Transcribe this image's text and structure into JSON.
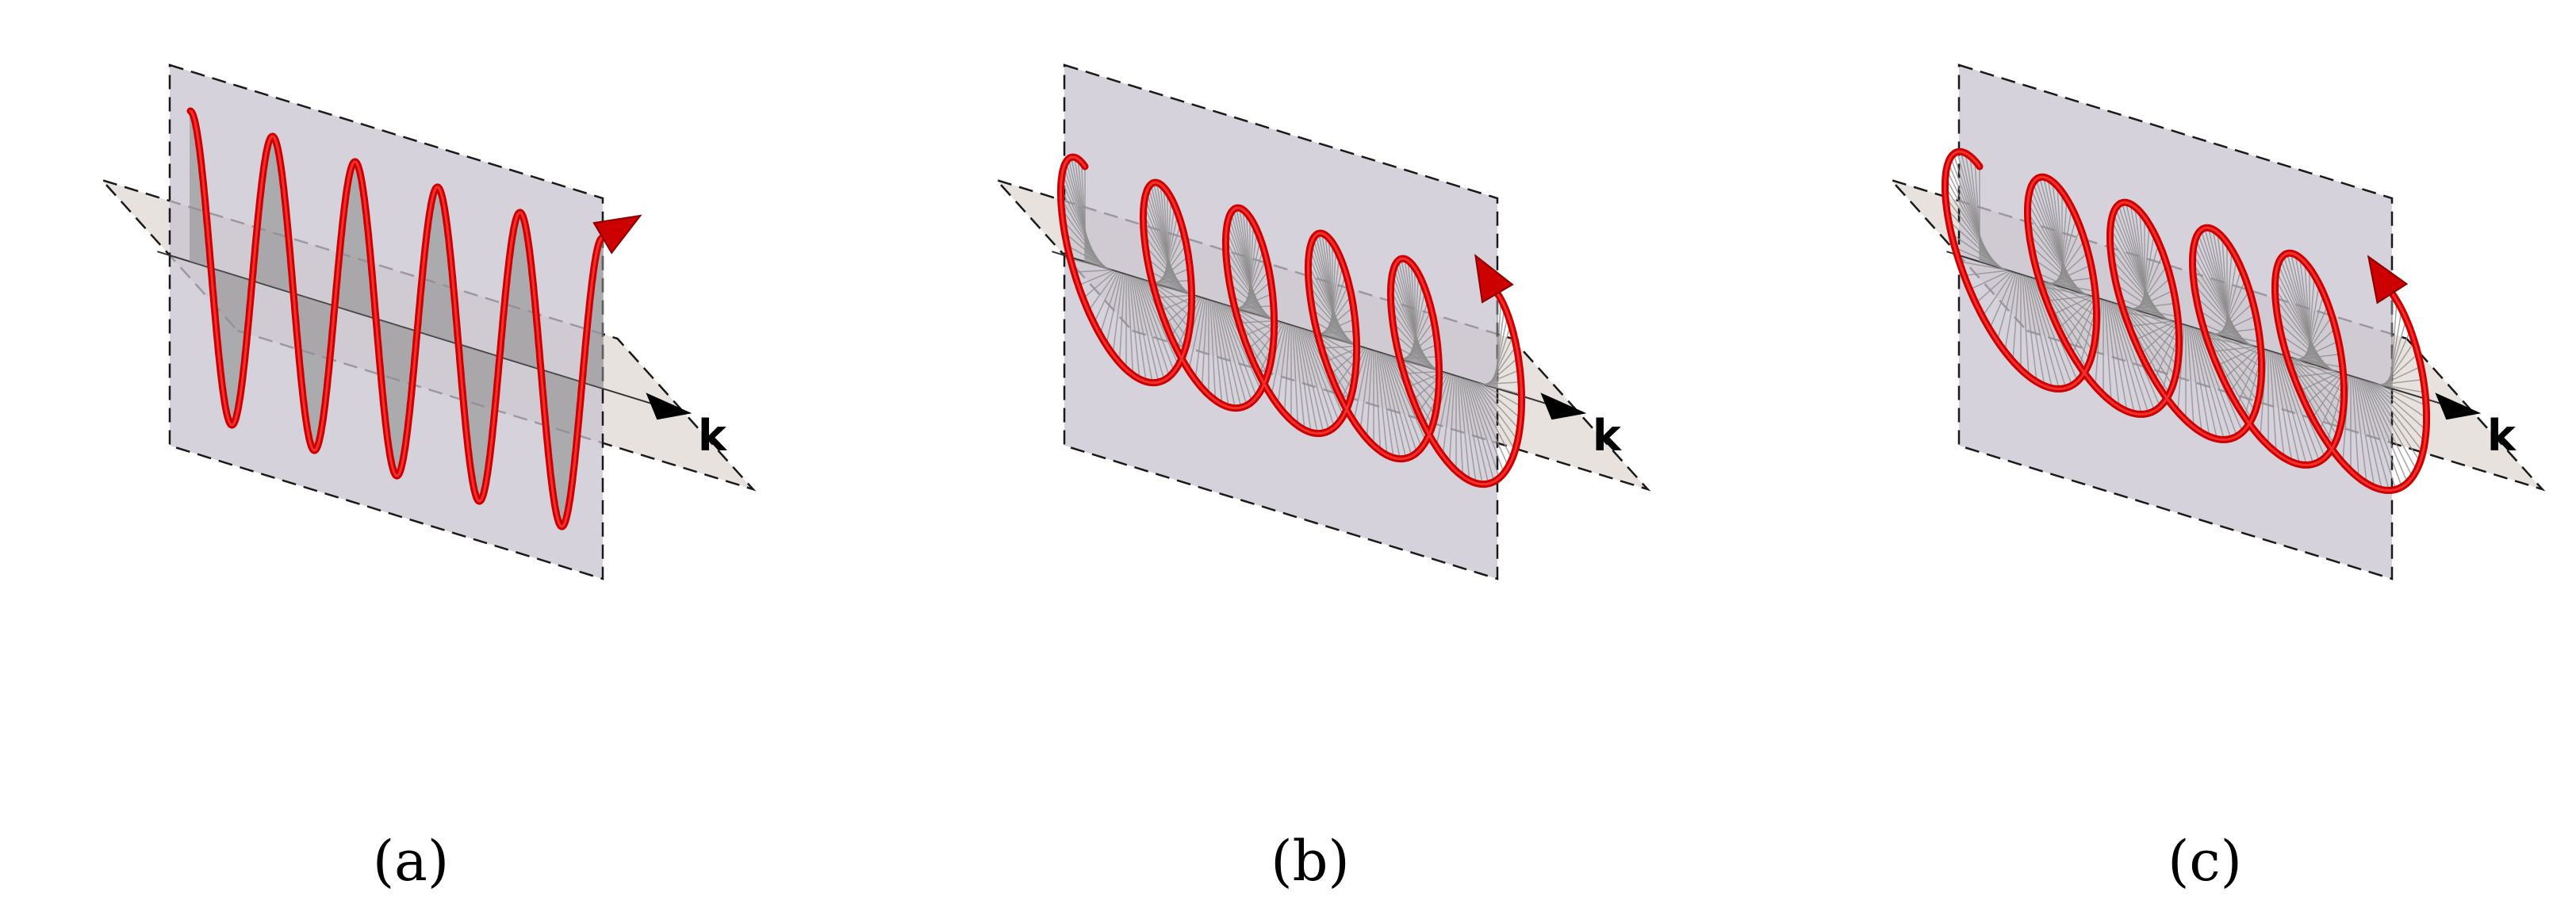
{
  "panels": [
    {
      "id": "a",
      "caption": "(a)",
      "axis_label": "k",
      "polarization": "linear",
      "cycles": 5
    },
    {
      "id": "b",
      "caption": "(b)",
      "axis_label": "k",
      "polarization": "circular",
      "cycles": 5
    },
    {
      "id": "c",
      "caption": "(c)",
      "axis_label": "k",
      "polarization": "elliptical",
      "cycles": 5
    }
  ],
  "colors": {
    "wave": "#cc0000",
    "wave_highlight": "#ff3a3a",
    "vertical_plane": "#c8c3cf",
    "horizontal_plane": "#e4ddd8",
    "plane_edge": "#1a1a1a",
    "field_lines": "#8f8f8f",
    "axis_arrow": "#000000"
  }
}
